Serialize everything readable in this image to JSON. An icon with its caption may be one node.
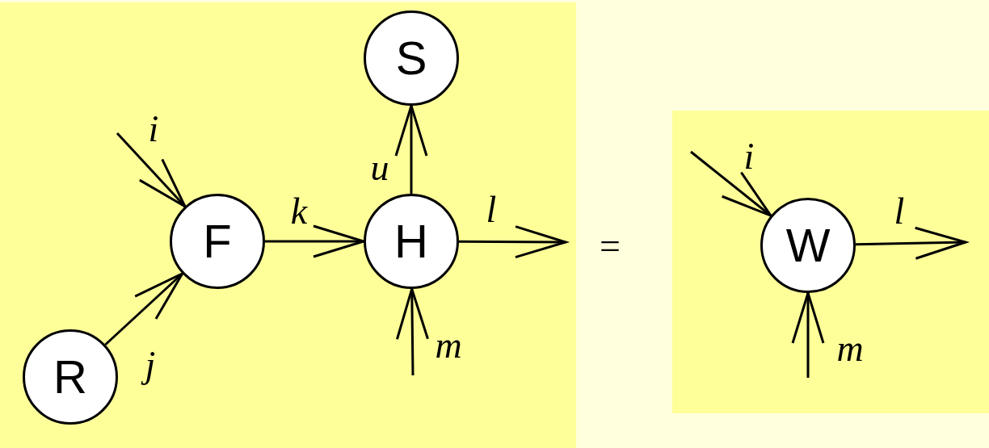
{
  "diagram": {
    "nodes": [
      {
        "text": [],
        "shape": "box"
      },
      {
        "text": [
          "S"
        ],
        "in": 0
      },
      {
        "text": [
          "F"
        ],
        "in": 0
      },
      {
        "text": [
          "H"
        ],
        "in": 0
      },
      {
        "text": [
          "R"
        ],
        "in": 0
      },
      {
        "text": [],
        "shape": "box"
      },
      {
        "text": [
          "W"
        ],
        "in": 5
      }
    ],
    "edges": [
      {
        "from": null,
        "to": 2,
        "arrow": "to",
        "label": "i"
      },
      {
        "from": 4,
        "to": 2,
        "arrow": "to",
        "label": "j"
      },
      {
        "from": 2,
        "to": 3,
        "arrow": "to",
        "label": "k"
      },
      {
        "from": 3,
        "to": 1,
        "arrow": "to",
        "label": "u"
      },
      {
        "from": 3,
        "to": null,
        "arrow": "to",
        "label": "l"
      },
      {
        "from": null,
        "to": 3,
        "arrow": "to",
        "label": "m"
      },
      {
        "from": null,
        "to": 6,
        "arrow": "to",
        "label": "i"
      },
      {
        "from": 6,
        "to": null,
        "arrow": "to",
        "label": "l"
      },
      {
        "from": null,
        "to": 6,
        "arrow": "to",
        "label": "m"
      }
    ],
    "labels": [
      "="
    ]
  }
}
